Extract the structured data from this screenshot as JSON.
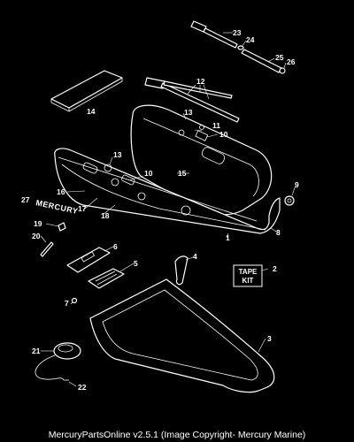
{
  "diagram": {
    "callouts": [
      {
        "id": "p1",
        "label": "1"
      },
      {
        "id": "p2",
        "label": "2"
      },
      {
        "id": "p3",
        "label": "3"
      },
      {
        "id": "p4",
        "label": "4"
      },
      {
        "id": "p5",
        "label": "5"
      },
      {
        "id": "p6",
        "label": "6"
      },
      {
        "id": "p7",
        "label": "7"
      },
      {
        "id": "p8",
        "label": "8"
      },
      {
        "id": "p9",
        "label": "9"
      },
      {
        "id": "p10a",
        "label": "10"
      },
      {
        "id": "p10b",
        "label": "10"
      },
      {
        "id": "p11",
        "label": "11"
      },
      {
        "id": "p12",
        "label": "12"
      },
      {
        "id": "p13a",
        "label": "13"
      },
      {
        "id": "p13b",
        "label": "13"
      },
      {
        "id": "p14",
        "label": "14"
      },
      {
        "id": "p15",
        "label": "15"
      },
      {
        "id": "p16",
        "label": "16"
      },
      {
        "id": "p17",
        "label": "17"
      },
      {
        "id": "p18",
        "label": "18"
      },
      {
        "id": "p19",
        "label": "19"
      },
      {
        "id": "p20",
        "label": "20"
      },
      {
        "id": "p21",
        "label": "21"
      },
      {
        "id": "p22",
        "label": "22"
      },
      {
        "id": "p23",
        "label": "23"
      },
      {
        "id": "p24",
        "label": "24"
      },
      {
        "id": "p25",
        "label": "25"
      },
      {
        "id": "p26",
        "label": "26"
      },
      {
        "id": "p27",
        "label": "27"
      }
    ],
    "tape_kit": {
      "line1": "TAPE",
      "line2": "KIT"
    },
    "logo_text": "MERCURY"
  },
  "footer": {
    "caption": "MercuryPartsOnline v2.5.1 (Image Copyright- Mercury Marine)"
  }
}
